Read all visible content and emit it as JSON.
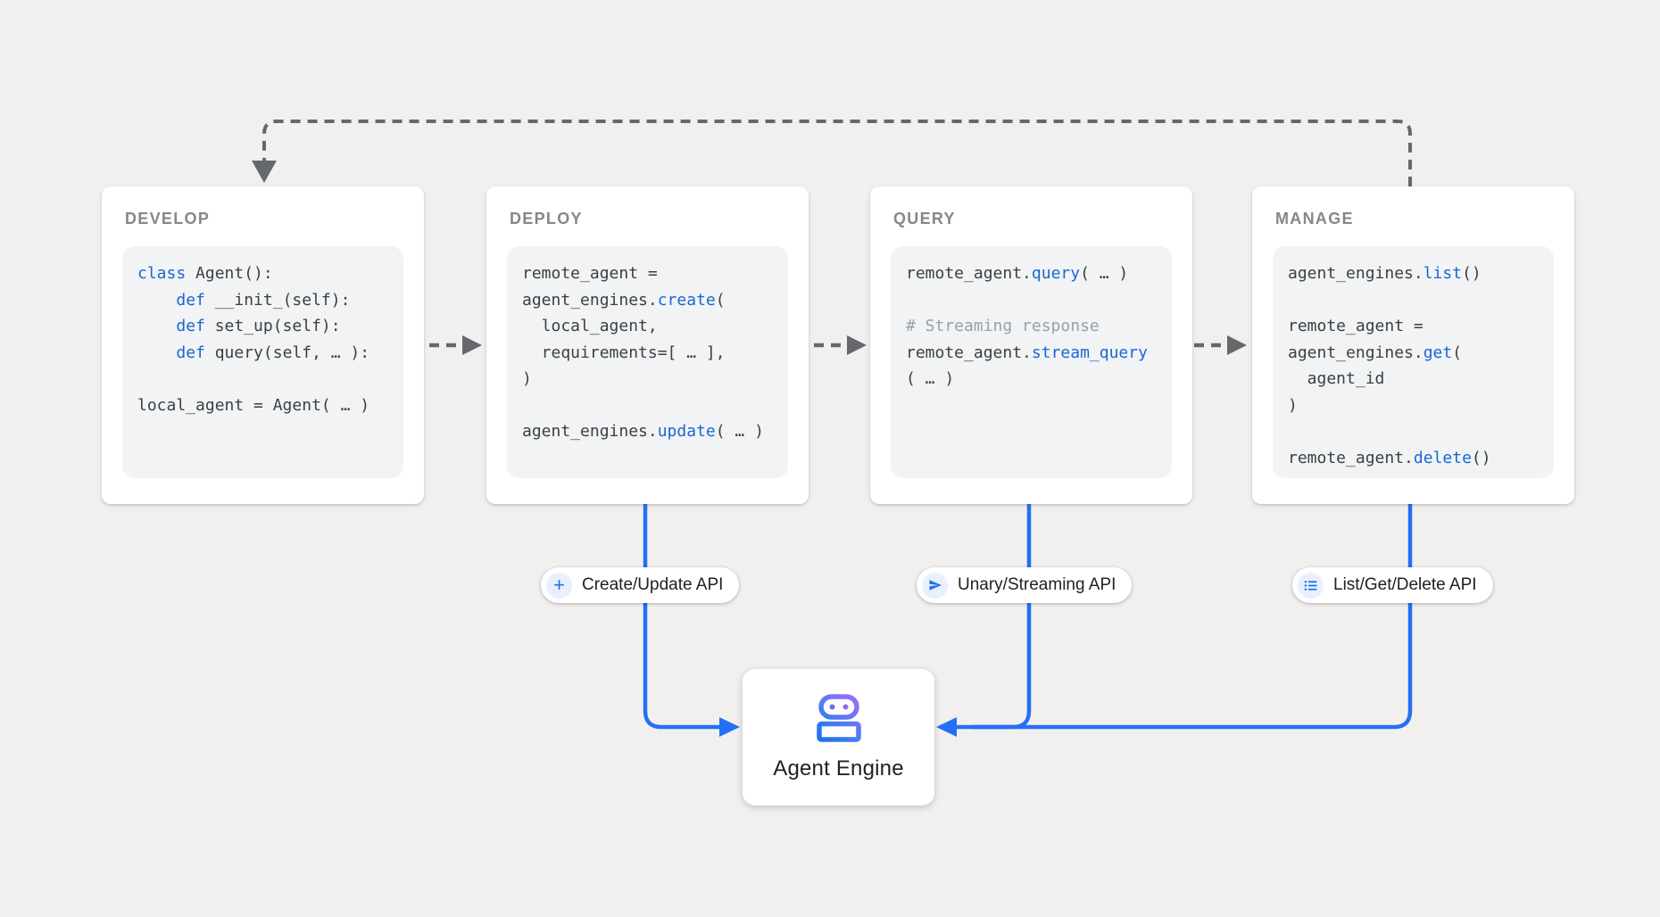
{
  "colors": {
    "bg": "#f1f0ee",
    "accent-blue": "#1a73e8",
    "line-blue": "#2470f5",
    "connector-gray": "#65686c",
    "card-title": "#84878c",
    "code-text": "#3c4043",
    "code-keyword": "#1967d2",
    "code-comment": "#9aa0a6",
    "icon-circle-bg": "#e8f0fe",
    "robot-gradient-top": "#a56bfa",
    "robot-gradient-bottom": "#1a73e8"
  },
  "cards": [
    {
      "title": "DEVELOP",
      "code": [
        [
          {
            "t": "class",
            "s": "kw"
          },
          {
            "t": " Agent():",
            "s": "pl"
          }
        ],
        [
          {
            "t": "    ",
            "s": "pl"
          },
          {
            "t": "def",
            "s": "kw"
          },
          {
            "t": " __init_(self):",
            "s": "pl"
          }
        ],
        [
          {
            "t": "    ",
            "s": "pl"
          },
          {
            "t": "def",
            "s": "kw"
          },
          {
            "t": " set_up(self):",
            "s": "pl"
          }
        ],
        [
          {
            "t": "    ",
            "s": "pl"
          },
          {
            "t": "def",
            "s": "kw"
          },
          {
            "t": " query(self, … ):",
            "s": "pl"
          }
        ],
        [],
        [
          {
            "t": "local_agent = Agent( … )",
            "s": "pl"
          }
        ]
      ]
    },
    {
      "title": "DEPLOY",
      "code": [
        [
          {
            "t": "remote_agent =",
            "s": "pl"
          }
        ],
        [
          {
            "t": "agent_engines.",
            "s": "pl"
          },
          {
            "t": "create",
            "s": "kw"
          },
          {
            "t": "(",
            "s": "pl"
          }
        ],
        [
          {
            "t": "  local_agent,",
            "s": "pl"
          }
        ],
        [
          {
            "t": "  requirements=[ … ],",
            "s": "pl"
          }
        ],
        [
          {
            "t": ")",
            "s": "pl"
          }
        ],
        [],
        [
          {
            "t": "agent_engines.",
            "s": "pl"
          },
          {
            "t": "update",
            "s": "kw"
          },
          {
            "t": "( … )",
            "s": "pl"
          }
        ]
      ]
    },
    {
      "title": "QUERY",
      "code": [
        [
          {
            "t": "remote_agent.",
            "s": "pl"
          },
          {
            "t": "query",
            "s": "kw"
          },
          {
            "t": "( … )",
            "s": "pl"
          }
        ],
        [],
        [
          {
            "t": "# Streaming response",
            "s": "cm"
          }
        ],
        [
          {
            "t": "remote_agent.",
            "s": "pl"
          },
          {
            "t": "stream_query",
            "s": "kw"
          }
        ],
        [
          {
            "t": "( … )",
            "s": "pl"
          }
        ]
      ]
    },
    {
      "title": "MANAGE",
      "code": [
        [
          {
            "t": "agent_engines.",
            "s": "pl"
          },
          {
            "t": "list",
            "s": "kw"
          },
          {
            "t": "()",
            "s": "pl"
          }
        ],
        [],
        [
          {
            "t": "remote_agent =",
            "s": "pl"
          }
        ],
        [
          {
            "t": "agent_engines.",
            "s": "pl"
          },
          {
            "t": "get",
            "s": "kw"
          },
          {
            "t": "(",
            "s": "pl"
          }
        ],
        [
          {
            "t": "  agent_id",
            "s": "pl"
          }
        ],
        [
          {
            "t": ")",
            "s": "pl"
          }
        ],
        [],
        [
          {
            "t": "remote_agent.",
            "s": "pl"
          },
          {
            "t": "delete",
            "s": "kw"
          },
          {
            "t": "()",
            "s": "pl"
          }
        ]
      ]
    }
  ],
  "pills": [
    {
      "label": "Create/Update API",
      "icon": "plus-icon"
    },
    {
      "label": "Unary/Streaming API",
      "icon": "send-icon"
    },
    {
      "label": "List/Get/Delete API",
      "icon": "list-icon"
    }
  ],
  "engine": {
    "label": "Agent Engine",
    "icon": "robot-icon"
  },
  "plus_glyph": "+"
}
